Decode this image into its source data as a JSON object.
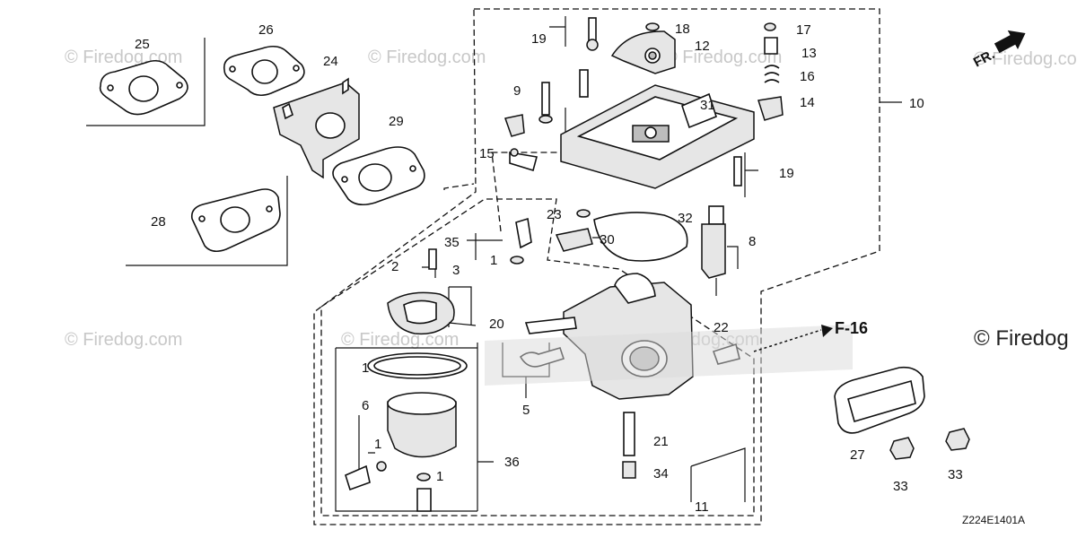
{
  "diagram": {
    "callouts": {
      "c1a": "1",
      "c1b": "1",
      "c1c": "1",
      "c1d": "1",
      "c2": "2",
      "c3": "3",
      "c5": "5",
      "c6": "6",
      "c8": "8",
      "c9": "9",
      "c10": "10",
      "c11": "11",
      "c12": "12",
      "c13": "13",
      "c14": "14",
      "c15": "15",
      "c16": "16",
      "c17": "17",
      "c18": "18",
      "c19a": "19",
      "c19b": "19",
      "c20": "20",
      "c21": "21",
      "c22": "22",
      "c23": "23",
      "c24": "24",
      "c25": "25",
      "c26": "26",
      "c27": "27",
      "c28": "28",
      "c29": "29",
      "c30": "30",
      "c31": "31",
      "c32": "32",
      "c33a": "33",
      "c33b": "33",
      "c34": "34",
      "c35": "35",
      "c36": "36"
    },
    "reference_label": "F-16",
    "direction_label": "FR.",
    "diagram_code": "Z224E1401A",
    "watermark_text": "© Firedog.com",
    "watermark_right": "© Firedog"
  }
}
